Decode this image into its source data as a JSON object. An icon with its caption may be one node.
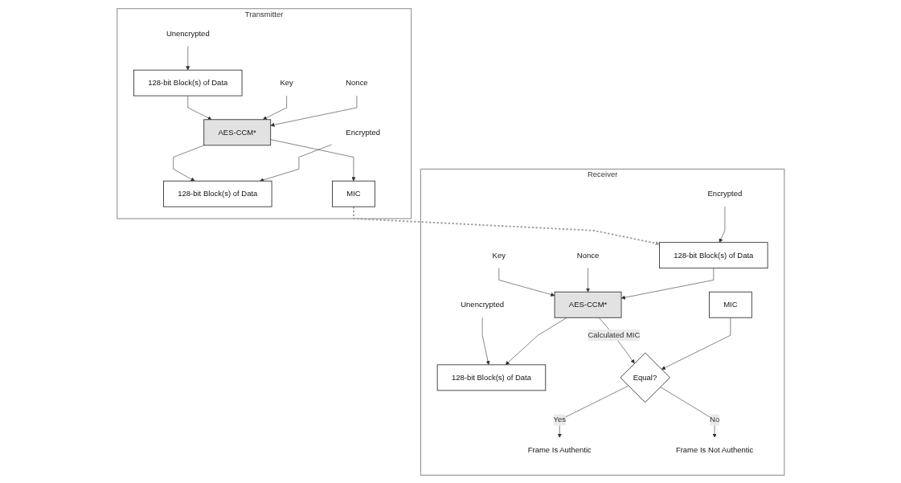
{
  "diagram": {
    "nodes": [
      {
        "text": [
          "Transmitter"
        ]
      },
      {
        "text": [
          "Unencrypted"
        ],
        "in": 0
      },
      {
        "text": [
          "128-bit Block(s) of Data"
        ],
        "in": 0
      },
      {
        "text": [
          "Key"
        ],
        "in": 0
      },
      {
        "text": [
          "Nonce"
        ],
        "in": 0
      },
      {
        "text": [
          "AES-CCM*"
        ],
        "in": 0
      },
      {
        "text": [
          "128-bit Block(s) of Data"
        ],
        "in": 0
      },
      {
        "text": [
          "MIC"
        ],
        "in": 0
      },
      {
        "text": [
          "Encrypted"
        ],
        "in": 0
      },
      {
        "text": [
          "Receiver"
        ]
      },
      {
        "text": [
          "Unencrypted"
        ],
        "in": 9
      },
      {
        "text": [
          "128-bit Block(s) of Data"
        ],
        "in": 9
      },
      {
        "text": [
          "Key"
        ],
        "in": 9
      },
      {
        "text": [
          "Nonce"
        ],
        "in": 9
      },
      {
        "text": [
          "AES-CCM*"
        ],
        "in": 9
      },
      {
        "text": [
          "Equal?"
        ],
        "in": 9
      },
      {
        "text": [
          "Frame Is Authentic"
        ],
        "in": 9
      },
      {
        "text": [
          "Frame Is Not Authentic"
        ],
        "in": 9
      },
      {
        "text": [
          "128-bit Block(s) of Data"
        ],
        "in": 9
      },
      {
        "text": [
          "MIC"
        ],
        "in": 9
      },
      {
        "text": [
          "Encrypted"
        ],
        "in": 9
      }
    ],
    "edges": [
      {
        "from": 1,
        "to": 2,
        "arrow": "to"
      },
      {
        "from": 2,
        "to": 5,
        "arrow": "to"
      },
      {
        "from": 3,
        "to": 5,
        "arrow": "to"
      },
      {
        "from": 4,
        "to": 5,
        "arrow": "to"
      },
      {
        "from": 5,
        "to": 6,
        "arrow": "to"
      },
      {
        "from": 5,
        "to": 7,
        "arrow": "to"
      },
      {
        "from": 8,
        "to": 6,
        "arrow": "to"
      },
      {
        "from": 7,
        "to": 18,
        "arrow": "to",
        "style": "dashed",
        "color": "#999999"
      },
      {
        "from": 10,
        "to": 11,
        "arrow": "to"
      },
      {
        "from": 14,
        "to": 11,
        "arrow": "to"
      },
      {
        "from": 12,
        "to": 14,
        "arrow": "to"
      },
      {
        "from": 13,
        "to": 14,
        "arrow": "to"
      },
      {
        "from": 14,
        "to": 15,
        "arrow": "to",
        "label": "Calculated MIC"
      },
      {
        "from": 15,
        "to": 16,
        "arrow": "to",
        "label": "Yes"
      },
      {
        "from": 15,
        "to": 17,
        "arrow": "to",
        "label": "No"
      },
      {
        "from": 18,
        "to": 14,
        "arrow": "to"
      },
      {
        "from": 19,
        "to": 15,
        "arrow": "to"
      },
      {
        "from": 20,
        "to": 18,
        "arrow": "to"
      }
    ]
  }
}
